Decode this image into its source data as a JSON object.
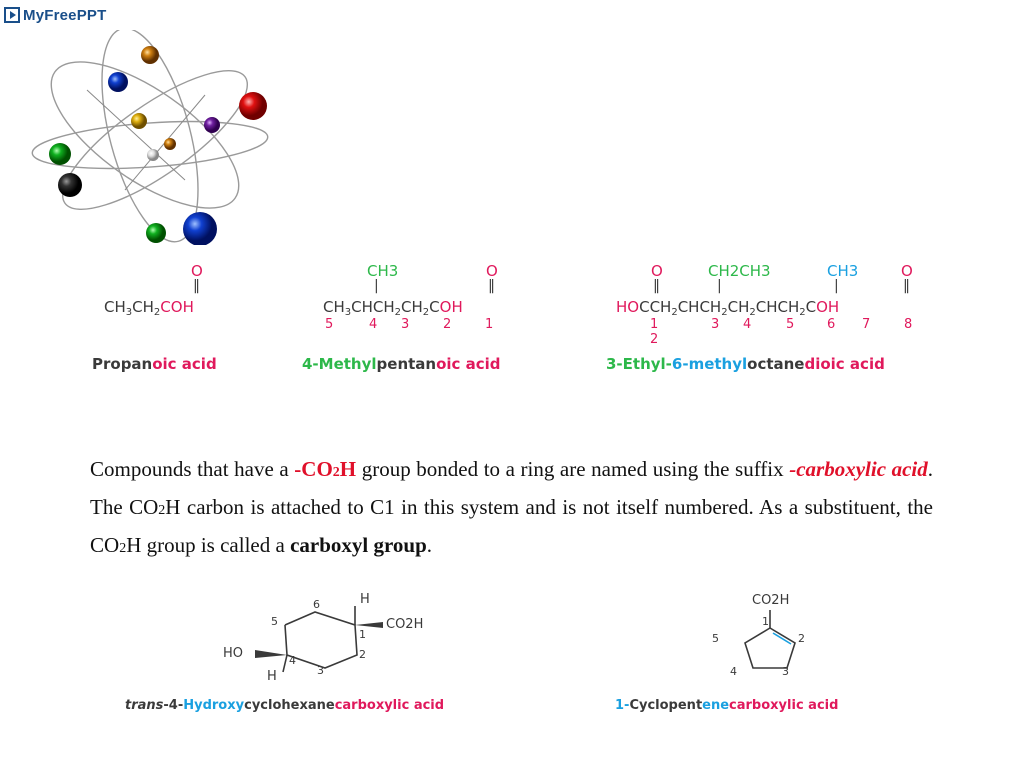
{
  "brand": {
    "logo_text": "MyFreePPT"
  },
  "structures": {
    "s1": {
      "top_atom": "O",
      "formula": [
        "CH",
        "3",
        "CH",
        "2",
        "C",
        "OH"
      ],
      "name_parts": [
        "Propan",
        "oic acid"
      ]
    },
    "s2": {
      "top_sub": "CH3",
      "top_atom": "O",
      "formula_parts": [
        "CH",
        "3",
        "CHCH",
        "2",
        "CH",
        "2",
        "C",
        "OH"
      ],
      "numbers": [
        "5",
        "4",
        "3",
        "2",
        "1"
      ],
      "name_parts": [
        "4-Methyl",
        "pentan",
        "oic acid"
      ]
    },
    "s3": {
      "top_o1": "O",
      "top_ethyl": "CH2CH3",
      "top_methyl": "CH3",
      "top_o2": "O",
      "formula_parts": [
        "HO",
        "CCH",
        "2",
        "CHCH",
        "2",
        "CH",
        "2",
        "CHCH",
        "2",
        "C",
        "OH"
      ],
      "numbers": [
        "1 2",
        "3",
        "4",
        "5",
        "6",
        "7",
        "8"
      ],
      "name_parts": [
        "3-Ethyl-",
        "6-methyl",
        "octane",
        "dioic acid"
      ]
    }
  },
  "paragraph": {
    "p1": "Compounds that have a ",
    "co2h_a": "-CO",
    "co2h_sub": "2",
    "co2h_b": "H",
    "p2": " group bonded to a ring are named using the suffix ",
    "suffix": "-carboxylic acid",
    "p3": ". The CO",
    "p3_sub": "2",
    "p4": "H carbon is attached to C1 in this system and is not itself numbered. As a substituent, the CO",
    "p4_sub": "2",
    "p5": "H group is called a ",
    "term": "carboxyl group",
    "p6": "."
  },
  "rings": {
    "hexane": {
      "top_h": "H",
      "bottom_h": "H",
      "ho": "HO",
      "co2h": "CO2H",
      "numbers": [
        "1",
        "2",
        "3",
        "4",
        "5",
        "6"
      ],
      "name_parts": [
        "trans",
        "-4-",
        "Hydroxy",
        "cyclohexane",
        "carboxylic acid"
      ]
    },
    "pentene": {
      "co2h": "CO2H",
      "numbers": [
        "1",
        "2",
        "3",
        "4",
        "5"
      ],
      "name_parts": [
        "1-",
        "Cyclopent",
        "ene",
        "carboxylic acid"
      ]
    }
  },
  "colors": {
    "pink": "#e0195c",
    "green": "#2db84a",
    "blue": "#1aa0e0",
    "paragraph_red": "#e0102a",
    "brand_blue": "#1a4f8a"
  }
}
